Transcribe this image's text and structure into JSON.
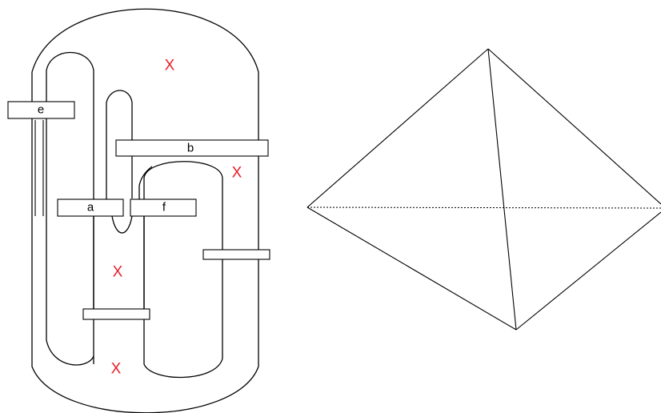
{
  "diagram": {
    "band_labels": {
      "e": "e",
      "b": "b",
      "a": "a",
      "f": "f"
    },
    "region_marks": [
      "X",
      "X",
      "X",
      "X"
    ],
    "mark_color": "#e8202a",
    "line_color": "#000000"
  }
}
